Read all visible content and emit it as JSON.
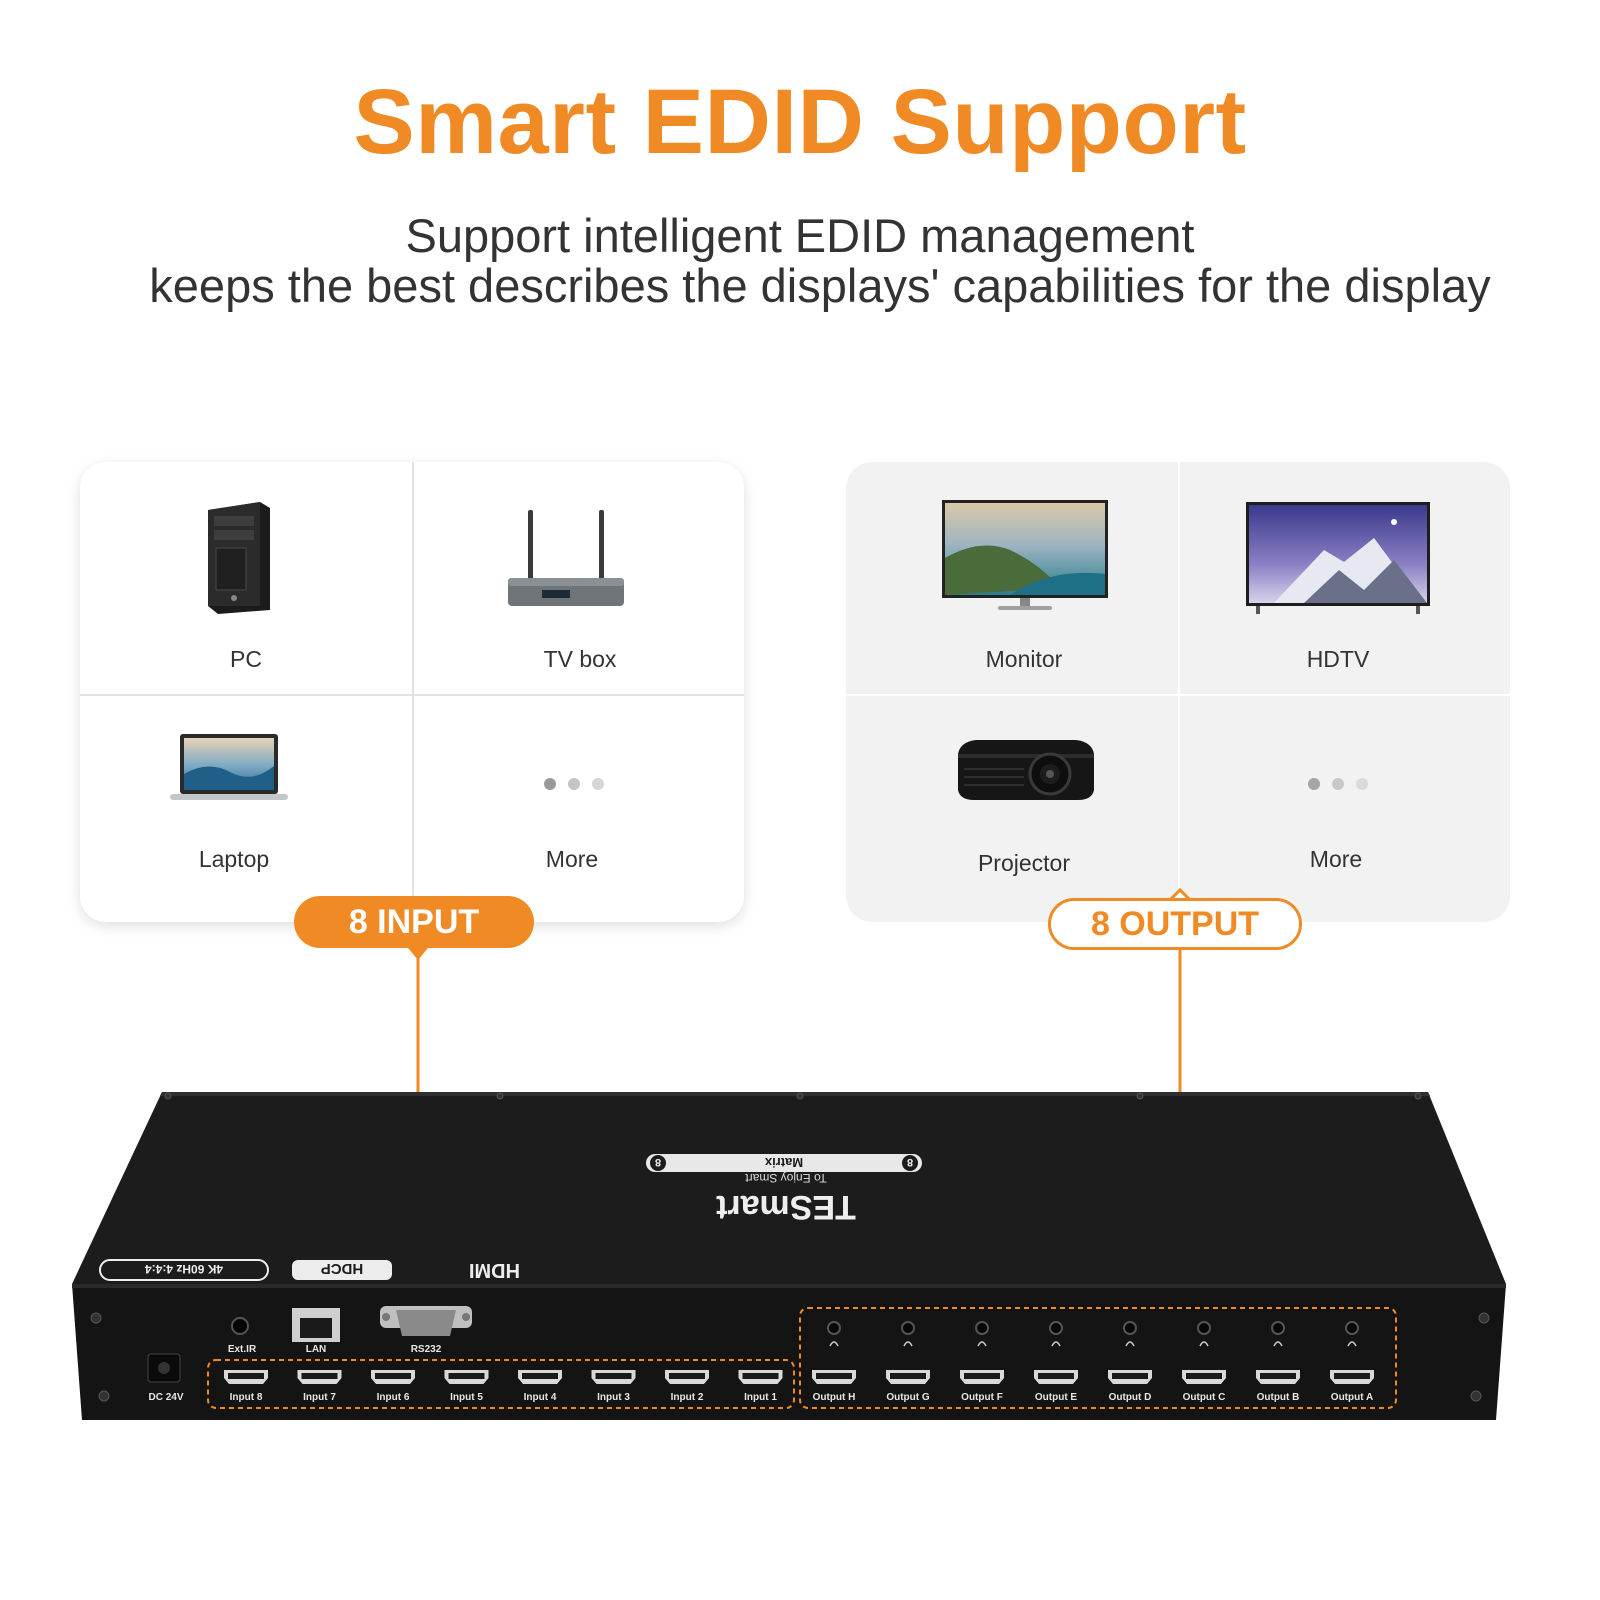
{
  "header": {
    "title": "Smart EDID Support",
    "subtitle_line1": "Support intelligent EDID management",
    "subtitle_line2": "keeps the best describes the displays' capabilities for the display"
  },
  "colors": {
    "accent": "#f08a24",
    "text": "#333333",
    "device": "#1a1a1a"
  },
  "inputs_panel": {
    "items": [
      {
        "label": "PC",
        "icon": "pc-tower-icon"
      },
      {
        "label": "TV box",
        "icon": "tv-box-icon"
      },
      {
        "label": "Laptop",
        "icon": "laptop-icon"
      },
      {
        "label": "More",
        "icon": "more-dots-icon"
      }
    ]
  },
  "outputs_panel": {
    "items": [
      {
        "label": "Monitor",
        "icon": "monitor-icon"
      },
      {
        "label": "HDTV",
        "icon": "hdtv-icon"
      },
      {
        "label": "Projector",
        "icon": "projector-icon"
      },
      {
        "label": "More",
        "icon": "more-dots-icon"
      }
    ]
  },
  "badges": {
    "input": "8 INPUT",
    "output": "8 OUTPUT"
  },
  "device": {
    "brand": "TESmart",
    "tagline": "To Enjoy Smart",
    "model_name": "Matrix",
    "model_number": "8",
    "spec_badge": "4K 60Hz 4:4:4",
    "hdcp": "HDCP",
    "hdmi_logo": "HDMI",
    "power_label": "DC 24V",
    "ir_label": "Ext.IR",
    "lan_label": "LAN",
    "rs232_label": "RS232",
    "input_ports": [
      "Input 8",
      "Input 7",
      "Input 6",
      "Input 5",
      "Input 4",
      "Input 3",
      "Input 2",
      "Input 1"
    ],
    "output_ports": [
      "Output H",
      "Output G",
      "Output F",
      "Output E",
      "Output D",
      "Output C",
      "Output B",
      "Output A"
    ]
  }
}
